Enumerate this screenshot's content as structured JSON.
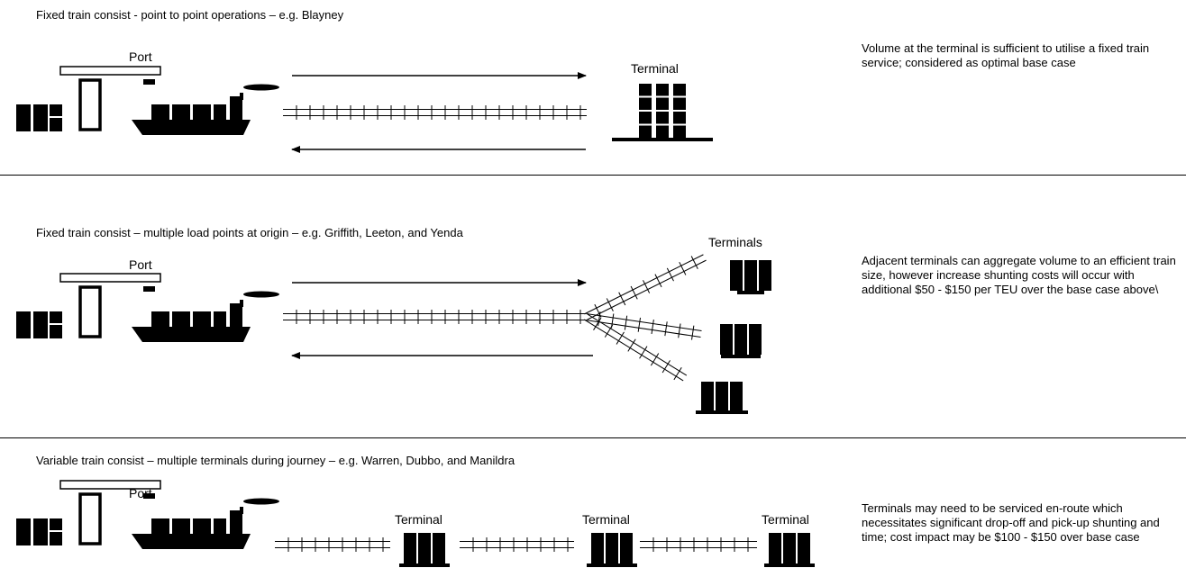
{
  "sections": [
    {
      "heading": "Fixed train consist  - point to point operations – e.g. Blayney",
      "port_label": "Port",
      "terminal_label": "Terminal",
      "description": "Volume at the terminal is sufficient to utilise a fixed train service; considered as optimal base case"
    },
    {
      "heading": "Fixed train consist – multiple load points at origin – e.g. Griffith, Leeton, and Yenda",
      "port_label": "Port",
      "terminal_label": "Terminals",
      "description": "Adjacent terminals can aggregate volume to an efficient train size, however increase shunting costs will occur with additional $50 - $150 per TEU over the base case above\\"
    },
    {
      "heading": "Variable train consist – multiple terminals during journey – e.g. Warren, Dubbo, and Manildra",
      "port_label": "Port",
      "terminal_labels": [
        "Terminal",
        "Terminal",
        "Terminal"
      ],
      "description": "Terminals may need to be serviced en-route which necessitates significant drop-off and pick-up shunting and time; cost impact may be $100 - $150 over base case"
    }
  ]
}
